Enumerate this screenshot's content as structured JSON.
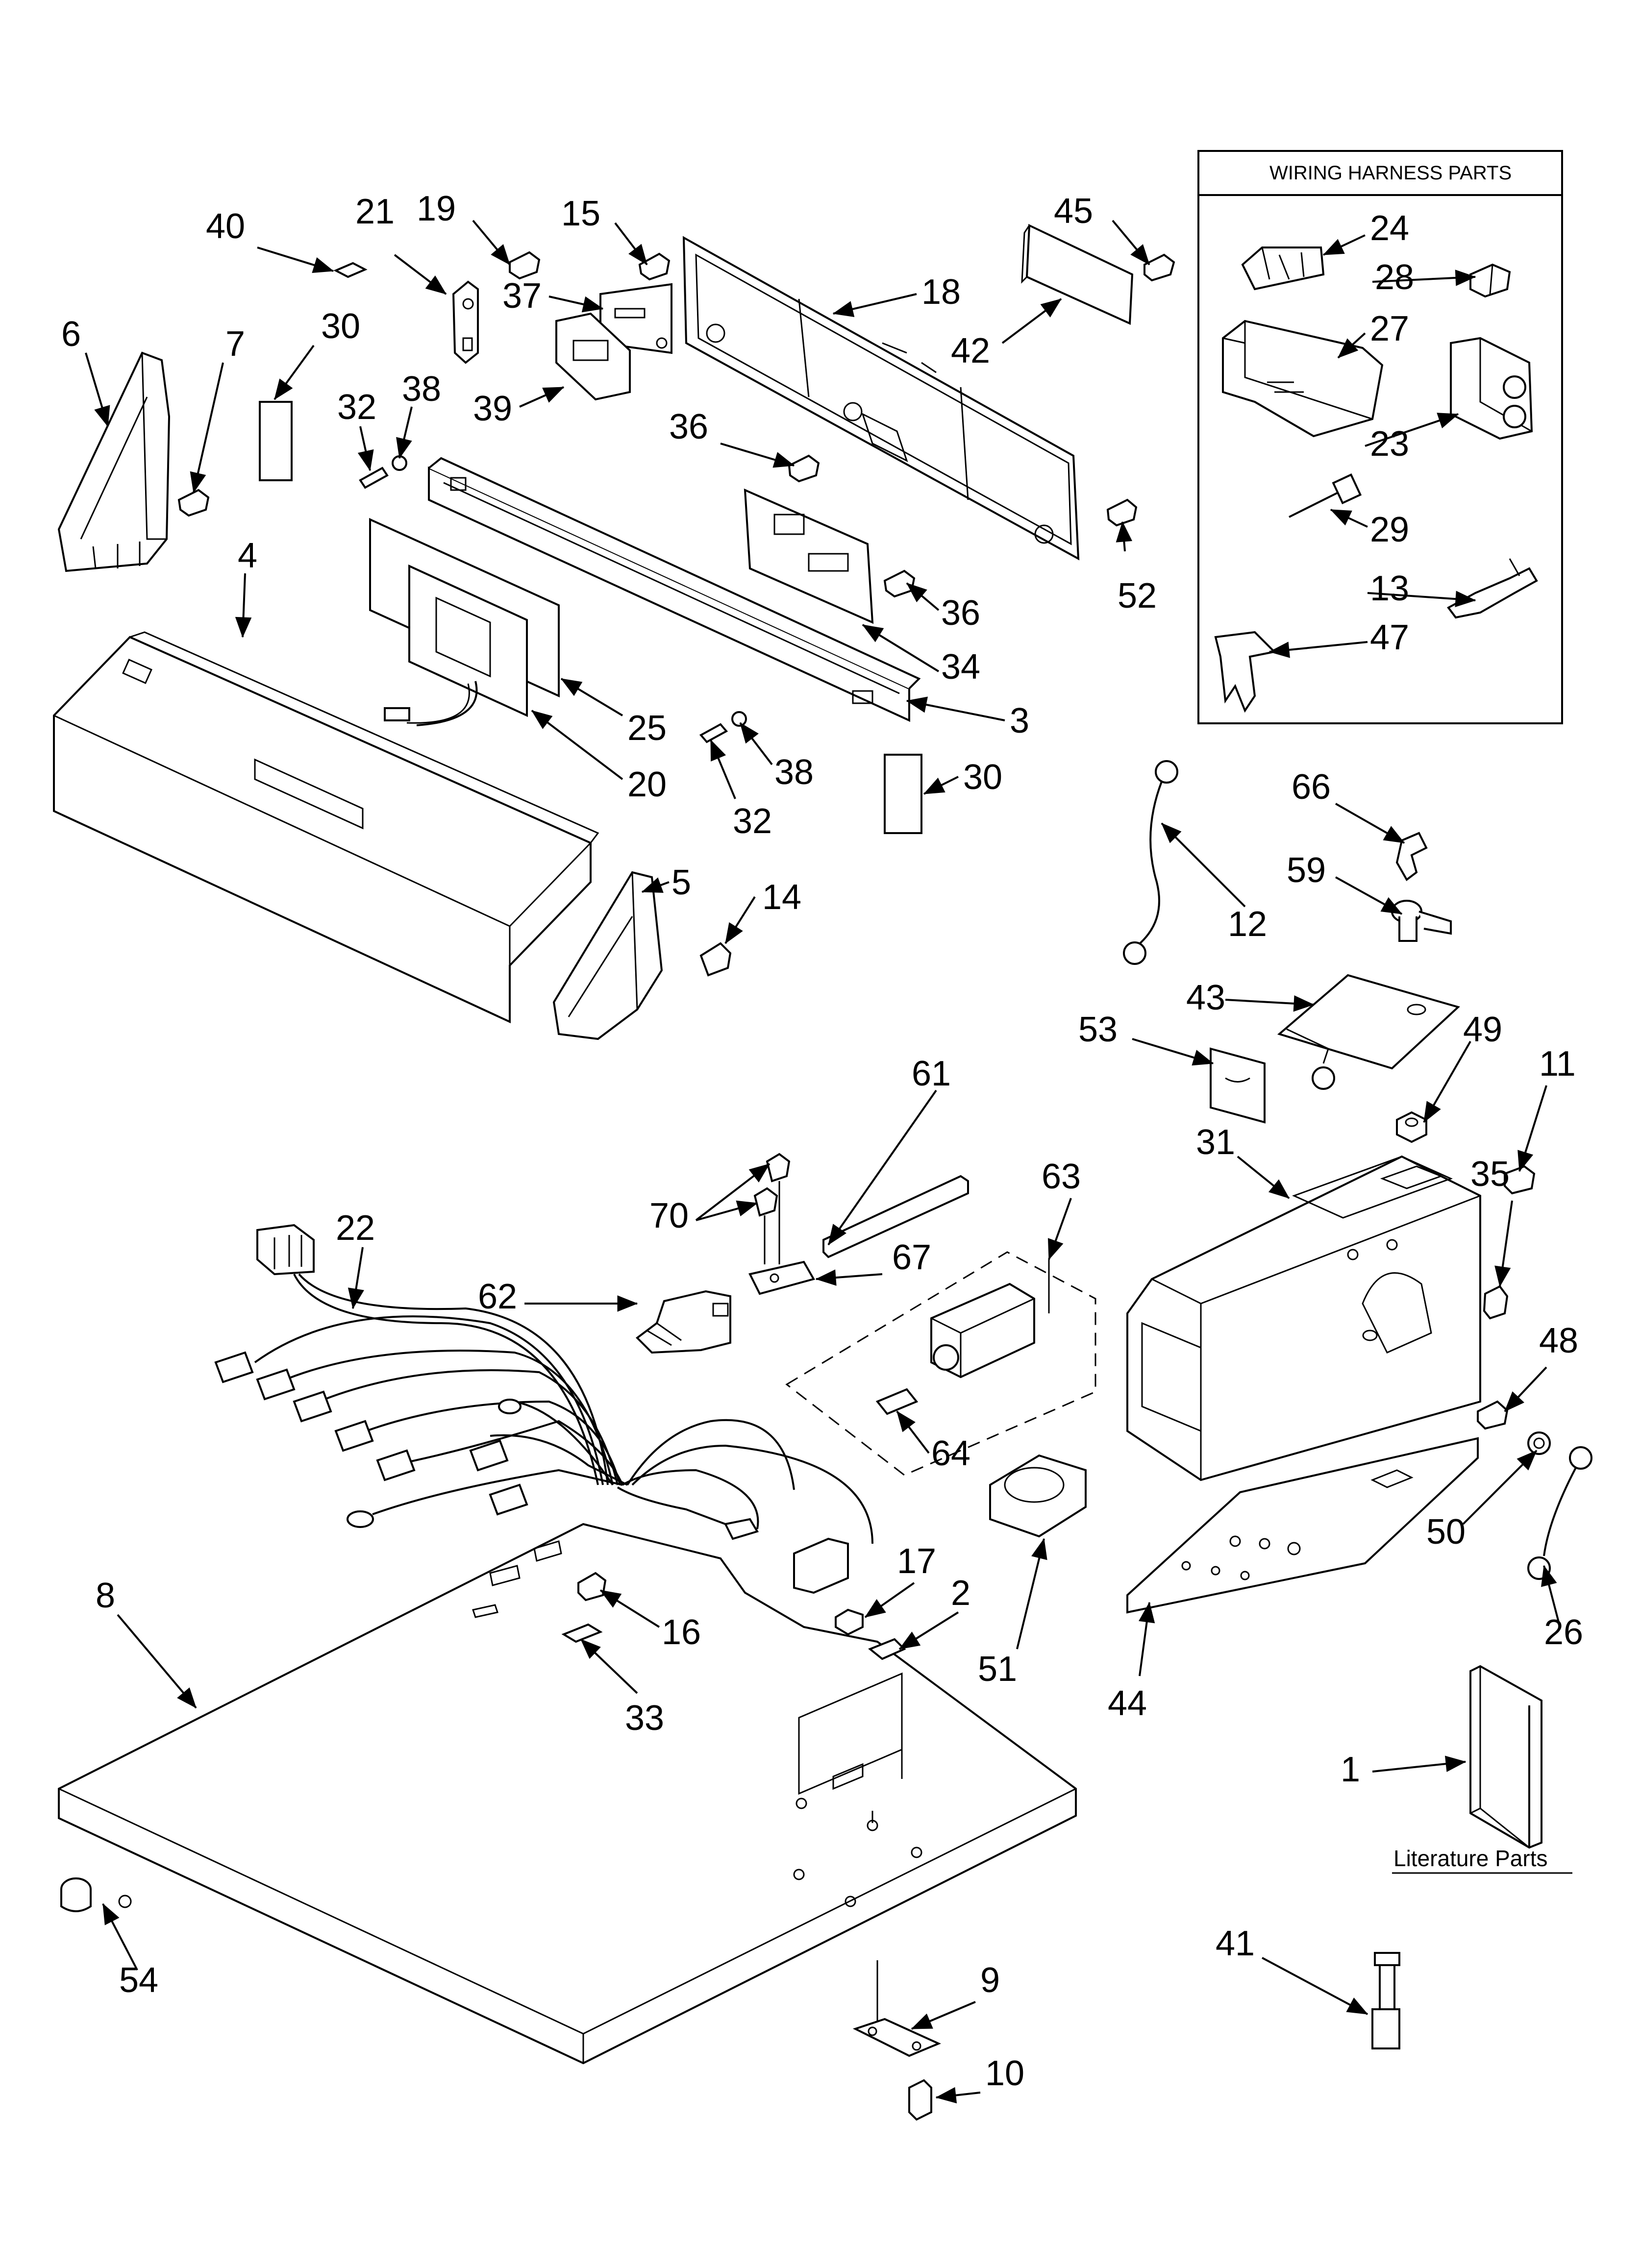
{
  "wiring_box": {
    "title": "WIRING HARNESS PARTS"
  },
  "literature": {
    "label": "Literature Parts"
  },
  "callouts": [
    {
      "id": "c40",
      "text": "40"
    },
    {
      "id": "c21",
      "text": "21"
    },
    {
      "id": "c19",
      "text": "19"
    },
    {
      "id": "c15",
      "text": "15"
    },
    {
      "id": "c18",
      "text": "18"
    },
    {
      "id": "c45",
      "text": "45"
    },
    {
      "id": "c42",
      "text": "42"
    },
    {
      "id": "c37",
      "text": "37"
    },
    {
      "id": "c39",
      "text": "39"
    },
    {
      "id": "c30a",
      "text": "30"
    },
    {
      "id": "c6",
      "text": "6"
    },
    {
      "id": "c7",
      "text": "7"
    },
    {
      "id": "c32a",
      "text": "32"
    },
    {
      "id": "c38a",
      "text": "38"
    },
    {
      "id": "c36a",
      "text": "36"
    },
    {
      "id": "c52",
      "text": "52"
    },
    {
      "id": "c36b",
      "text": "36"
    },
    {
      "id": "c34",
      "text": "34"
    },
    {
      "id": "c4",
      "text": "4"
    },
    {
      "id": "c3",
      "text": "3"
    },
    {
      "id": "c25",
      "text": "25"
    },
    {
      "id": "c20",
      "text": "20"
    },
    {
      "id": "c38b",
      "text": "38"
    },
    {
      "id": "c32b",
      "text": "32"
    },
    {
      "id": "c30b",
      "text": "30"
    },
    {
      "id": "c5",
      "text": "5"
    },
    {
      "id": "c14",
      "text": "14"
    },
    {
      "id": "c24",
      "text": "24"
    },
    {
      "id": "c28",
      "text": "28"
    },
    {
      "id": "c27",
      "text": "27"
    },
    {
      "id": "c23",
      "text": "23"
    },
    {
      "id": "c29",
      "text": "29"
    },
    {
      "id": "c13",
      "text": "13"
    },
    {
      "id": "c47",
      "text": "47"
    },
    {
      "id": "c66",
      "text": "66"
    },
    {
      "id": "c12",
      "text": "12"
    },
    {
      "id": "c59",
      "text": "59"
    },
    {
      "id": "c43",
      "text": "43"
    },
    {
      "id": "c53",
      "text": "53"
    },
    {
      "id": "c49",
      "text": "49"
    },
    {
      "id": "c11",
      "text": "11"
    },
    {
      "id": "c61",
      "text": "61"
    },
    {
      "id": "c31",
      "text": "31"
    },
    {
      "id": "c35",
      "text": "35"
    },
    {
      "id": "c70",
      "text": "70"
    },
    {
      "id": "c63",
      "text": "63"
    },
    {
      "id": "c22",
      "text": "22"
    },
    {
      "id": "c67",
      "text": "67"
    },
    {
      "id": "c62",
      "text": "62"
    },
    {
      "id": "c48",
      "text": "48"
    },
    {
      "id": "c64",
      "text": "64"
    },
    {
      "id": "c50",
      "text": "50"
    },
    {
      "id": "c26",
      "text": "26"
    },
    {
      "id": "c8",
      "text": "8"
    },
    {
      "id": "c17",
      "text": "17"
    },
    {
      "id": "c2",
      "text": "2"
    },
    {
      "id": "c16",
      "text": "16"
    },
    {
      "id": "c51",
      "text": "51"
    },
    {
      "id": "c44",
      "text": "44"
    },
    {
      "id": "c33",
      "text": "33"
    },
    {
      "id": "c1",
      "text": "1"
    },
    {
      "id": "c54",
      "text": "54"
    },
    {
      "id": "c41",
      "text": "41"
    },
    {
      "id": "c9",
      "text": "9"
    },
    {
      "id": "c10",
      "text": "10"
    }
  ]
}
